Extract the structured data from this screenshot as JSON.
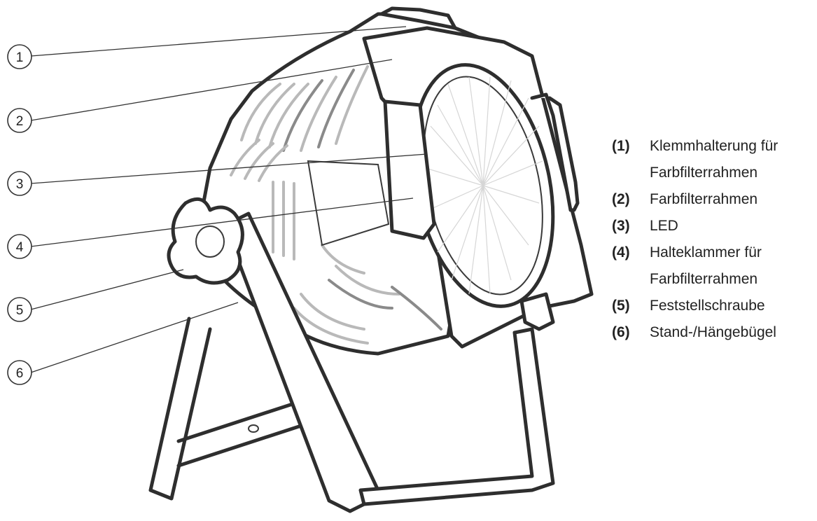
{
  "callouts": [
    "1",
    "2",
    "3",
    "4",
    "5",
    "6"
  ],
  "legend": [
    {
      "key": "(1)",
      "lines": [
        "Klemmhalterung für",
        "Farbfilterrahmen"
      ]
    },
    {
      "key": "(2)",
      "lines": [
        "Farbfilterrahmen"
      ]
    },
    {
      "key": "(3)",
      "lines": [
        "LED"
      ]
    },
    {
      "key": "(4)",
      "lines": [
        "Halteklammer für",
        "Farbfilterrahmen"
      ]
    },
    {
      "key": "(5)",
      "lines": [
        "Feststellschraube"
      ]
    },
    {
      "key": "(6)",
      "lines": [
        "Stand-/Hängebügel"
      ]
    }
  ],
  "colors": {
    "outline": "#2e2e2e",
    "fin": "#b9b9b9",
    "background": "#ffffff"
  }
}
